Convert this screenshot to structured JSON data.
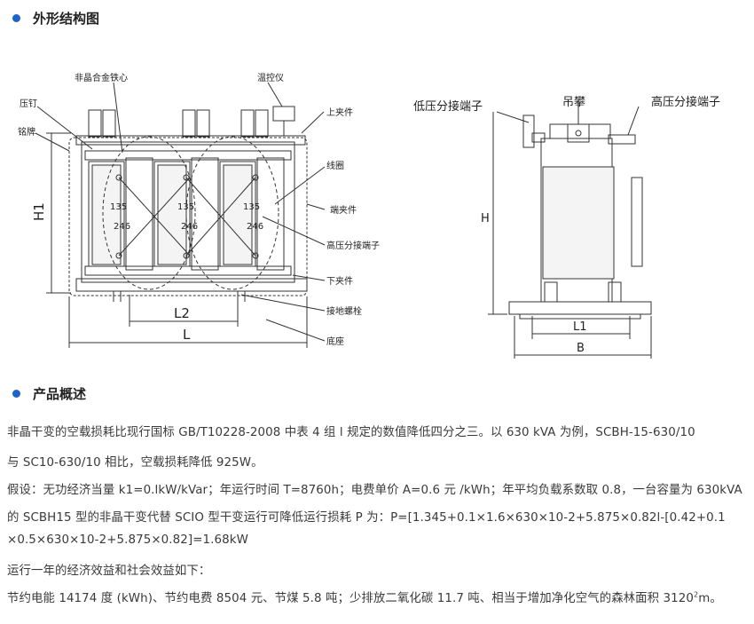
{
  "section_titles": {
    "exterior": "外形结构图",
    "overview": "产品概述"
  },
  "left_view": {
    "callouts": {
      "core": "非晶合金铁心",
      "thermo": "温控仪",
      "press_nail": "压钉",
      "upper_clamp": "上夹件",
      "nameplate": "铭牌",
      "coil": "线圈",
      "end_clamp": "端夹件",
      "hv_tap": "高压分接端子",
      "lower_clamp": "下夹件",
      "ground_bolt": "接地螺栓",
      "base": "底座"
    },
    "tap_top": "135",
    "tap_bottom": "246",
    "dims": {
      "h1": "H1",
      "l2": "L2",
      "l": "L"
    }
  },
  "right_view": {
    "callouts": {
      "lv_tap": "低压分接端子",
      "lifting": "吊攀",
      "hv_tap": "高压分接端子"
    },
    "dims": {
      "h": "H",
      "l1": "L1",
      "b": "B"
    }
  },
  "paragraphs": [
    "非晶干变的空载损耗比现行国标 GB/T10228-2008 中表 4 组 l 规定的数值降低四分之三。以 630 kVA 为例，SCBH-15-630/10",
    "与 SC10-630/10 相比，空载损耗降低 925W。",
    "假设：无功经济当量 k1=0.lkW/kVar；年运行时间 T=8760h；电费单价 A=0.6 元 /kWh；年平均负载系数取 0.8，一台容量为 630kVA",
    "的 SCBH15 型的非晶干变代替 SCIO 型干变运行可降低运行损耗 P 为：P=[1.345+0.1×1.6×630×10-2+5.875×0.82l-[0.42+0.1",
    "×0.5×630×10-2+5.875×0.82]=1.68kW",
    "运行一年的经济效益和社会效益如下：",
    "节约电能 14174 度 (kWh)、节约电费 8504 元、节煤 5.8 吨；少排放二氧化碳 11.7 吨、相当于增加净化空气的森林面积 3120"
  ],
  "last_suffix": {
    "sup": "2",
    "unit": "m。"
  },
  "colors": {
    "accent": "#1d63c8",
    "line": "#333333"
  }
}
